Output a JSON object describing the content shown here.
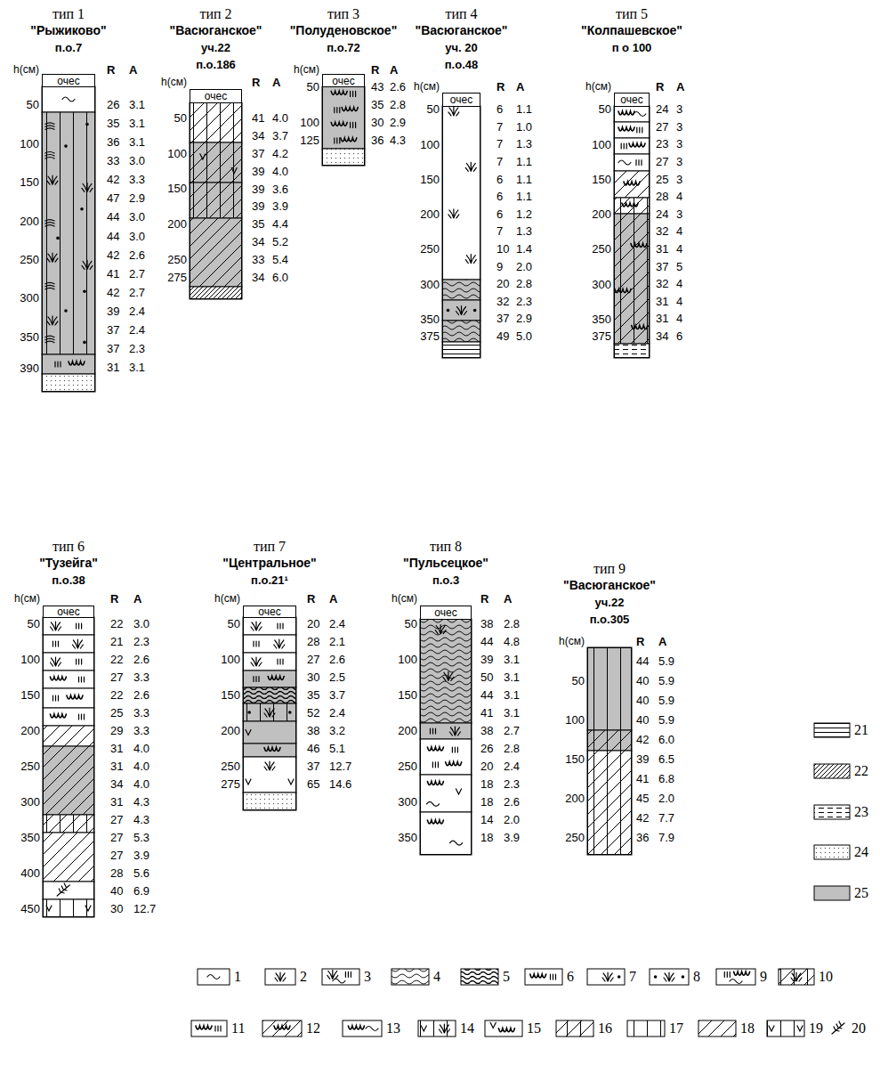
{
  "diagram": {
    "nodes": [
      {
        "text": [
          "тип 1",
          "\"Рыжиково\"",
          "п.о.7"
        ]
      },
      {
        "text": [
          "очес"
        ],
        "in": 0
      },
      {
        "text": [
          "тип 2",
          "\"Васюганское\"",
          "уч.22",
          "п.о.186"
        ]
      },
      {
        "text": [
          "очес"
        ],
        "in": 2
      },
      {
        "text": [
          "тип 3",
          "\"Полуденовское\"",
          "п.о.72"
        ]
      },
      {
        "text": [
          "очес"
        ],
        "in": 4
      },
      {
        "text": [
          "тип 4",
          "\"Васюганское\"",
          "уч. 20",
          "п.о.48"
        ]
      },
      {
        "text": [
          "очес"
        ],
        "in": 6
      },
      {
        "text": [
          "тип 5",
          "\"Колпашевское\"",
          "п о 100"
        ]
      },
      {
        "text": [
          "очес"
        ],
        "in": 8
      },
      {
        "text": [
          "тип 6",
          "\"Тузейга\"",
          "п.о.38"
        ]
      },
      {
        "text": [
          "очес"
        ],
        "in": 10
      },
      {
        "text": [
          "тип 7",
          "\"Центральное\"",
          "п.о.21¹"
        ]
      },
      {
        "text": [
          "очес"
        ],
        "in": 12
      },
      {
        "text": [
          "тип 8",
          "\"Пульсецкое\"",
          "п.о.3"
        ]
      },
      {
        "text": [
          "очес"
        ],
        "in": 14
      },
      {
        "text": [
          "тип 9",
          "\"Васюганское\"",
          "уч.22",
          "п.о.305"
        ]
      }
    ],
    "labels": [
      "h(см)",
      "R",
      "A",
      "50",
      "100",
      "150",
      "200",
      "250",
      "300",
      "350",
      "390",
      "26",
      "3.1",
      "35",
      "3.1",
      "36",
      "3.1",
      "33",
      "3.0",
      "42",
      "3.3",
      "47",
      "2.9",
      "44",
      "3.0",
      "44",
      "3.0",
      "42",
      "2.6",
      "41",
      "2.7",
      "42",
      "2.7",
      "39",
      "2.4",
      "37",
      "2.4",
      "37",
      "2.3",
      "31",
      "3.1",
      "h(см)",
      "R",
      "A",
      "50",
      "100",
      "150",
      "200",
      "250",
      "275",
      "41",
      "4.0",
      "34",
      "3.7",
      "37",
      "4.2",
      "39",
      "4.0",
      "39",
      "3.6",
      "39",
      "3.9",
      "35",
      "4.4",
      "34",
      "5.2",
      "33",
      "5.4",
      "34",
      "6.0",
      "h(см)",
      "R",
      "A",
      "50",
      "100",
      "125",
      "43",
      "2.6",
      "35",
      "2.8",
      "30",
      "2.9",
      "36",
      "4.3",
      "h(см)",
      "R",
      "A",
      "50",
      "100",
      "150",
      "200",
      "250",
      "300",
      "350",
      "375",
      "6",
      "1.1",
      "7",
      "1.0",
      "7",
      "1.3",
      "7",
      "1.1",
      "6",
      "1.1",
      "6",
      "1.1",
      "6",
      "1.2",
      "7",
      "1.3",
      "10",
      "1.4",
      "9",
      "2.0",
      "20",
      "2.8",
      "32",
      "2.3",
      "37",
      "2.9",
      "49",
      "5.0",
      "h(см)",
      "R",
      "A",
      "50",
      "100",
      "150",
      "200",
      "250",
      "300",
      "350",
      "375",
      "24",
      "3",
      "27",
      "3",
      "23",
      "3",
      "27",
      "3",
      "25",
      "3",
      "28",
      "4",
      "24",
      "3",
      "32",
      "4",
      "31",
      "4",
      "37",
      "5",
      "32",
      "4",
      "31",
      "4",
      "31",
      "4",
      "34",
      "6",
      "h(см)",
      "R",
      "A",
      "50",
      "100",
      "150",
      "200",
      "250",
      "300",
      "350",
      "400",
      "450",
      "22",
      "3.0",
      "21",
      "2.3",
      "22",
      "2.6",
      "27",
      "3.3",
      "22",
      "2.6",
      "25",
      "3.3",
      "29",
      "3.3",
      "31",
      "4.0",
      "31",
      "4.0",
      "34",
      "4.0",
      "31",
      "4.3",
      "27",
      "4.3",
      "27",
      "5.3",
      "27",
      "3.9",
      "28",
      "5.6",
      "40",
      "6.9",
      "30",
      "12.7",
      "h(см)",
      "R",
      "A",
      "50",
      "100",
      "150",
      "200",
      "250",
      "275",
      "20",
      "2.4",
      "28",
      "2.1",
      "27",
      "2.6",
      "30",
      "2.5",
      "35",
      "3.7",
      "52",
      "2.4",
      "38",
      "3.2",
      "46",
      "5.1",
      "37",
      "12.7",
      "65",
      "14.6",
      "h(см)",
      "R",
      "A",
      "50",
      "100",
      "150",
      "200",
      "250",
      "300",
      "350",
      "38",
      "2.8",
      "44",
      "4.8",
      "39",
      "3.1",
      "50",
      "3.1",
      "44",
      "3.1",
      "41",
      "3.1",
      "38",
      "2.7",
      "26",
      "2.8",
      "20",
      "2.4",
      "18",
      "2.3",
      "18",
      "2.6",
      "14",
      "2.0",
      "18",
      "3.9",
      "h(см)",
      "R",
      "A",
      "50",
      "100",
      "150",
      "200",
      "250",
      "44",
      "5.9",
      "40",
      "5.9",
      "40",
      "5.9",
      "40",
      "5.9",
      "42",
      "6.0",
      "39",
      "6.5",
      "41",
      "6.8",
      "45",
      "2.0",
      "42",
      "7.7",
      "36",
      "7.9"
    ],
    "legend": [
      {
        "text": "1"
      },
      {
        "text": "2"
      },
      {
        "text": "3"
      },
      {
        "text": "4"
      },
      {
        "text": "5"
      },
      {
        "text": "6"
      },
      {
        "text": "7"
      },
      {
        "text": "8"
      },
      {
        "text": "9"
      },
      {
        "text": "10"
      },
      {
        "text": "11"
      },
      {
        "text": "12"
      },
      {
        "text": "13"
      },
      {
        "text": "14"
      },
      {
        "text": "15"
      },
      {
        "text": "16"
      },
      {
        "text": "17"
      },
      {
        "text": "18"
      },
      {
        "text": "19"
      },
      {
        "text": "20"
      },
      {
        "text": "21"
      },
      {
        "text": "22"
      },
      {
        "text": "23"
      },
      {
        "text": "24"
      },
      {
        "text": "25",
        "color": "#c0c0c0"
      }
    ]
  }
}
